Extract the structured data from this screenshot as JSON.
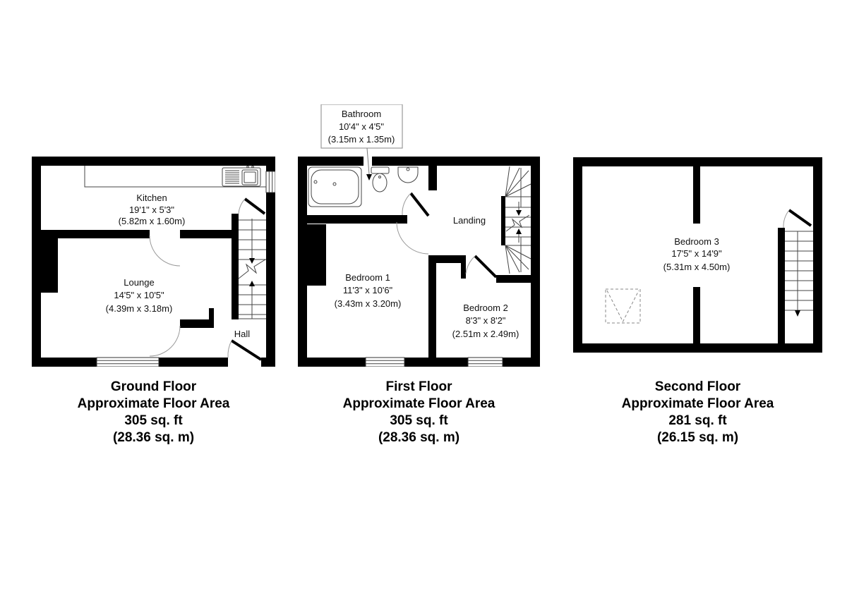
{
  "floors": [
    {
      "caption": {
        "title": "Ground Floor",
        "subtitle": "Approximate Floor Area",
        "area_ft": "305 sq. ft",
        "area_m": "(28.36 sq. m)"
      },
      "rooms": {
        "kitchen": {
          "name": "Kitchen",
          "dims_ft": "19'1\" x 5'3\"",
          "dims_m": "(5.82m x 1.60m)"
        },
        "lounge": {
          "name": "Lounge",
          "dims_ft": "14'5\" x 10'5\"",
          "dims_m": "(4.39m x 3.18m)"
        },
        "hall": {
          "name": "Hall"
        }
      }
    },
    {
      "caption": {
        "title": "First Floor",
        "subtitle": "Approximate Floor Area",
        "area_ft": "305 sq. ft",
        "area_m": "(28.36 sq. m)"
      },
      "rooms": {
        "bathroom": {
          "name": "Bathroom",
          "dims_ft": "10'4\" x 4'5\"",
          "dims_m": "(3.15m x 1.35m)"
        },
        "landing": {
          "name": "Landing"
        },
        "bedroom1": {
          "name": "Bedroom 1",
          "dims_ft": "11'3\" x 10'6\"",
          "dims_m": "(3.43m x 3.20m)"
        },
        "bedroom2": {
          "name": "Bedroom 2",
          "dims_ft": "8'3\" x 8'2\"",
          "dims_m": "(2.51m x 2.49m)"
        }
      }
    },
    {
      "caption": {
        "title": "Second Floor",
        "subtitle": "Approximate Floor Area",
        "area_ft": "281 sq. ft",
        "area_m": "(26.15 sq. m)"
      },
      "rooms": {
        "bedroom3": {
          "name": "Bedroom 3",
          "dims_ft": "17'5\" x 14'9\"",
          "dims_m": "(5.31m x 4.50m)"
        }
      }
    }
  ],
  "colors": {
    "wall": "#000000",
    "line": "#444444",
    "arc": "#999999",
    "background": "#ffffff"
  }
}
